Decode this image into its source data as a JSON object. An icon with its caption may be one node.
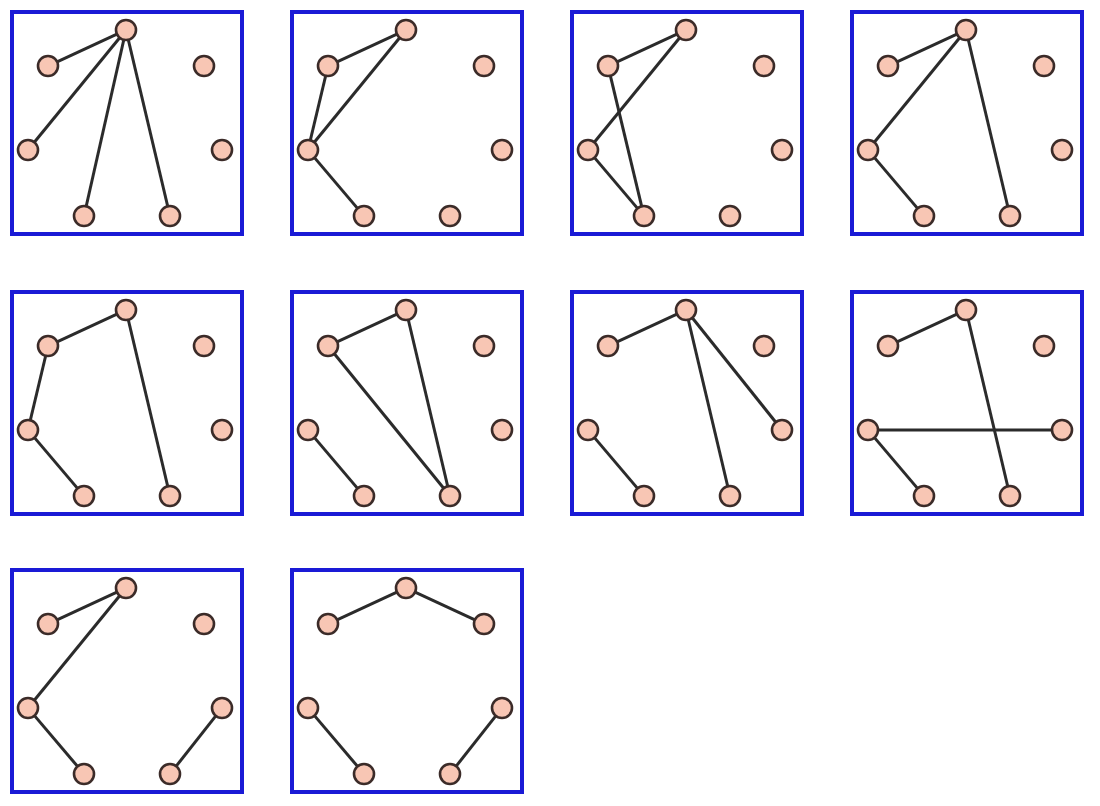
{
  "diagram": {
    "nodes": [
      {
        "text": [],
        "shape": "box"
      },
      {
        "text": [],
        "shape": "circle",
        "in": 0
      },
      {
        "text": [],
        "shape": "circle",
        "in": 0
      },
      {
        "text": [],
        "shape": "circle",
        "in": 0
      },
      {
        "text": [],
        "shape": "circle",
        "in": 0
      },
      {
        "text": [],
        "shape": "circle",
        "in": 0
      },
      {
        "text": [],
        "shape": "circle",
        "in": 0
      },
      {
        "text": [],
        "shape": "circle",
        "in": 0
      },
      {
        "text": [],
        "shape": "box"
      },
      {
        "text": [],
        "shape": "circle",
        "in": 8
      },
      {
        "text": [],
        "shape": "circle",
        "in": 8
      },
      {
        "text": [],
        "shape": "circle",
        "in": 8
      },
      {
        "text": [],
        "shape": "circle",
        "in": 8
      },
      {
        "text": [],
        "shape": "circle",
        "in": 8
      },
      {
        "text": [],
        "shape": "circle",
        "in": 8
      },
      {
        "text": [],
        "shape": "circle",
        "in": 8
      },
      {
        "text": [],
        "shape": "box"
      },
      {
        "text": [],
        "shape": "circle",
        "in": 16
      },
      {
        "text": [],
        "shape": "circle",
        "in": 16
      },
      {
        "text": [],
        "shape": "circle",
        "in": 16
      },
      {
        "text": [],
        "shape": "circle",
        "in": 16
      },
      {
        "text": [],
        "shape": "circle",
        "in": 16
      },
      {
        "text": [],
        "shape": "circle",
        "in": 16
      },
      {
        "text": [],
        "shape": "circle",
        "in": 16
      },
      {
        "text": [],
        "shape": "box"
      },
      {
        "text": [],
        "shape": "circle",
        "in": 24
      },
      {
        "text": [],
        "shape": "circle",
        "in": 24
      },
      {
        "text": [],
        "shape": "circle",
        "in": 24
      },
      {
        "text": [],
        "shape": "circle",
        "in": 24
      },
      {
        "text": [],
        "shape": "circle",
        "in": 24
      },
      {
        "text": [],
        "shape": "circle",
        "in": 24
      },
      {
        "text": [],
        "shape": "circle",
        "in": 24
      },
      {
        "text": [],
        "shape": "box"
      },
      {
        "text": [],
        "shape": "circle",
        "in": 32
      },
      {
        "text": [],
        "shape": "circle",
        "in": 32
      },
      {
        "text": [],
        "shape": "circle",
        "in": 32
      },
      {
        "text": [],
        "shape": "circle",
        "in": 32
      },
      {
        "text": [],
        "shape": "circle",
        "in": 32
      },
      {
        "text": [],
        "shape": "circle",
        "in": 32
      },
      {
        "text": [],
        "shape": "circle",
        "in": 32
      },
      {
        "text": [],
        "shape": "box"
      },
      {
        "text": [],
        "shape": "circle",
        "in": 40
      },
      {
        "text": [],
        "shape": "circle",
        "in": 40
      },
      {
        "text": [],
        "shape": "circle",
        "in": 40
      },
      {
        "text": [],
        "shape": "circle",
        "in": 40
      },
      {
        "text": [],
        "shape": "circle",
        "in": 40
      },
      {
        "text": [],
        "shape": "circle",
        "in": 40
      },
      {
        "text": [],
        "shape": "circle",
        "in": 40
      },
      {
        "text": [],
        "shape": "box"
      },
      {
        "text": [],
        "shape": "circle",
        "in": 48
      },
      {
        "text": [],
        "shape": "circle",
        "in": 48
      },
      {
        "text": [],
        "shape": "circle",
        "in": 48
      },
      {
        "text": [],
        "shape": "circle",
        "in": 48
      },
      {
        "text": [],
        "shape": "circle",
        "in": 48
      },
      {
        "text": [],
        "shape": "circle",
        "in": 48
      },
      {
        "text": [],
        "shape": "circle",
        "in": 48
      },
      {
        "text": [],
        "shape": "box"
      },
      {
        "text": [],
        "shape": "circle",
        "in": 56
      },
      {
        "text": [],
        "shape": "circle",
        "in": 56
      },
      {
        "text": [],
        "shape": "circle",
        "in": 56
      },
      {
        "text": [],
        "shape": "circle",
        "in": 56
      },
      {
        "text": [],
        "shape": "circle",
        "in": 56
      },
      {
        "text": [],
        "shape": "circle",
        "in": 56
      },
      {
        "text": [],
        "shape": "circle",
        "in": 56
      },
      {
        "text": [],
        "shape": "box"
      },
      {
        "text": [],
        "shape": "circle",
        "in": 64
      },
      {
        "text": [],
        "shape": "circle",
        "in": 64
      },
      {
        "text": [],
        "shape": "circle",
        "in": 64
      },
      {
        "text": [],
        "shape": "circle",
        "in": 64
      },
      {
        "text": [],
        "shape": "circle",
        "in": 64
      },
      {
        "text": [],
        "shape": "circle",
        "in": 64
      },
      {
        "text": [],
        "shape": "circle",
        "in": 64
      },
      {
        "text": [],
        "shape": "box"
      },
      {
        "text": [],
        "shape": "circle",
        "in": 72
      },
      {
        "text": [],
        "shape": "circle",
        "in": 72
      },
      {
        "text": [],
        "shape": "circle",
        "in": 72
      },
      {
        "text": [],
        "shape": "circle",
        "in": 72
      },
      {
        "text": [],
        "shape": "circle",
        "in": 72
      },
      {
        "text": [],
        "shape": "circle",
        "in": 72
      },
      {
        "text": [],
        "shape": "circle",
        "in": 72
      }
    ],
    "edges": [
      {
        "from": 1,
        "to": 2,
        "arrow": "none"
      },
      {
        "from": 1,
        "to": 4,
        "arrow": "none"
      },
      {
        "from": 1,
        "to": 6,
        "arrow": "none"
      },
      {
        "from": 1,
        "to": 7,
        "arrow": "none"
      },
      {
        "from": 9,
        "to": 10,
        "arrow": "none"
      },
      {
        "from": 10,
        "to": 12,
        "arrow": "none"
      },
      {
        "from": 9,
        "to": 12,
        "arrow": "none"
      },
      {
        "from": 12,
        "to": 14,
        "arrow": "none"
      },
      {
        "from": 17,
        "to": 18,
        "arrow": "none"
      },
      {
        "from": 18,
        "to": 22,
        "arrow": "none"
      },
      {
        "from": 17,
        "to": 20,
        "arrow": "none"
      },
      {
        "from": 20,
        "to": 22,
        "arrow": "none"
      },
      {
        "from": 25,
        "to": 26,
        "arrow": "none"
      },
      {
        "from": 25,
        "to": 28,
        "arrow": "none"
      },
      {
        "from": 28,
        "to": 30,
        "arrow": "none"
      },
      {
        "from": 25,
        "to": 31,
        "arrow": "none"
      },
      {
        "from": 33,
        "to": 34,
        "arrow": "none"
      },
      {
        "from": 34,
        "to": 36,
        "arrow": "none"
      },
      {
        "from": 36,
        "to": 38,
        "arrow": "none"
      },
      {
        "from": 33,
        "to": 39,
        "arrow": "none"
      },
      {
        "from": 41,
        "to": 42,
        "arrow": "none"
      },
      {
        "from": 42,
        "to": 47,
        "arrow": "none"
      },
      {
        "from": 44,
        "to": 46,
        "arrow": "none"
      },
      {
        "from": 41,
        "to": 47,
        "arrow": "none"
      },
      {
        "from": 49,
        "to": 50,
        "arrow": "none"
      },
      {
        "from": 49,
        "to": 55,
        "arrow": "none"
      },
      {
        "from": 49,
        "to": 53,
        "arrow": "none"
      },
      {
        "from": 52,
        "to": 54,
        "arrow": "none"
      },
      {
        "from": 57,
        "to": 58,
        "arrow": "none"
      },
      {
        "from": 57,
        "to": 63,
        "arrow": "none"
      },
      {
        "from": 60,
        "to": 61,
        "arrow": "none"
      },
      {
        "from": 60,
        "to": 62,
        "arrow": "none"
      },
      {
        "from": 65,
        "to": 66,
        "arrow": "none"
      },
      {
        "from": 65,
        "to": 68,
        "arrow": "none"
      },
      {
        "from": 68,
        "to": 70,
        "arrow": "none"
      },
      {
        "from": 71,
        "to": 69,
        "arrow": "none"
      },
      {
        "from": 74,
        "to": 73,
        "arrow": "none"
      },
      {
        "from": 73,
        "to": 75,
        "arrow": "none"
      },
      {
        "from": 76,
        "to": 78,
        "arrow": "none"
      },
      {
        "from": 79,
        "to": 77,
        "arrow": "none"
      }
    ]
  }
}
